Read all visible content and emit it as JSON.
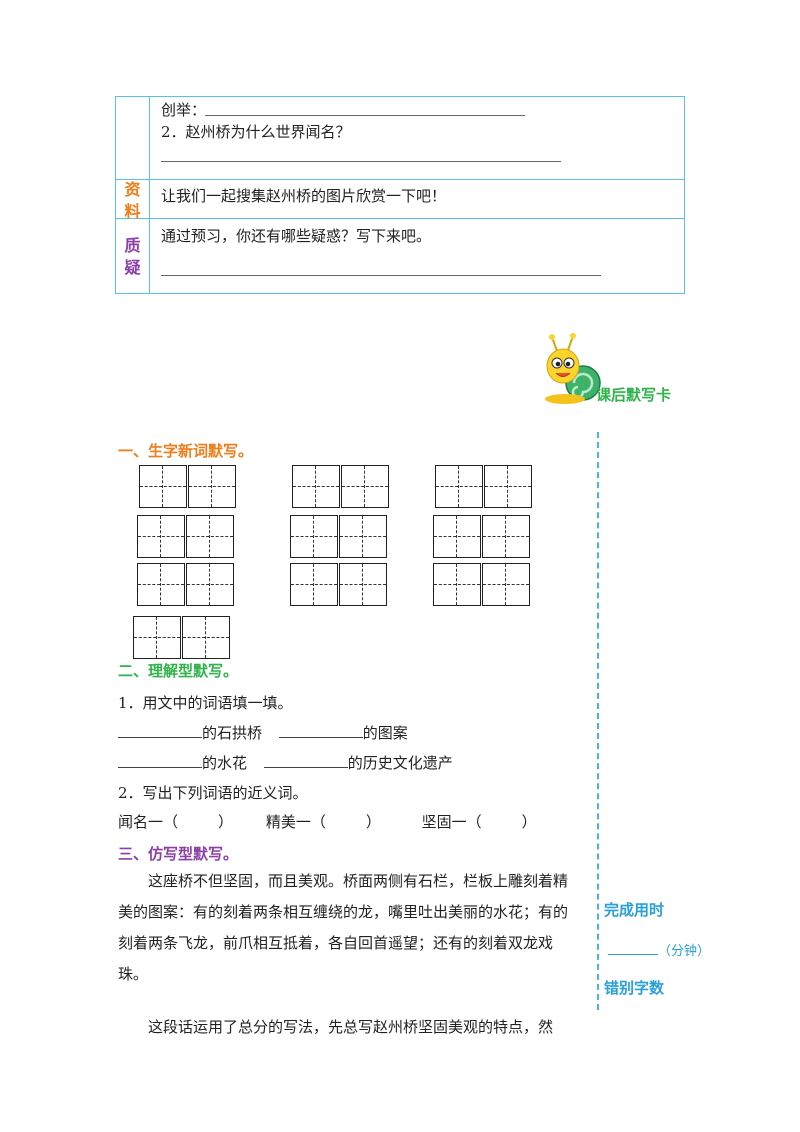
{
  "table": {
    "row1_line1": "创举：",
    "row1_line2": "2．赵州桥为什么世界闻名？",
    "row2_label": [
      "资",
      "料"
    ],
    "row2_text": "让我们一起搜集赵州桥的图片欣赏一下吧！",
    "row3_label": [
      "质",
      "疑"
    ],
    "row3_text": "通过预习，你还有哪些疑惑？写下来吧。"
  },
  "card_title": "课后默写卡",
  "section1": {
    "heading": "一、生字新词默写。"
  },
  "section2": {
    "heading": "二、理解型默写。",
    "q1": "1．用文中的词语填一填。",
    "fill": [
      "的石拱桥",
      "的图案",
      "的水花",
      "的历史文化遗产"
    ],
    "q2": "2．写出下列词语的近义词。",
    "synonyms": [
      "闻名一（",
      "）",
      "精美一（",
      "）",
      "坚固一（",
      "）"
    ]
  },
  "section3": {
    "heading": "三、仿写型默写。",
    "para1": "这座桥不但坚固，而且美观。桥面两侧有石栏，栏板上雕刻着精美的图案：有的刻着两条相互缠绕的龙，嘴里吐出美丽的水花；有的刻着两条飞龙，前爪相互抵着，各自回首遥望；还有的刻着双龙戏珠。",
    "para2": "这段话运用了总分的写法，先总写赵州桥坚固美观的特点，然"
  },
  "sidebar": {
    "time_label": "完成用时",
    "time_unit": "（分钟）",
    "errors_label": "错别字数"
  },
  "colors": {
    "border": "#5bc0e8",
    "orange": "#ef7d1a",
    "purple": "#8c3fa8",
    "green": "#2fb34a",
    "blue": "#45b4e6"
  }
}
